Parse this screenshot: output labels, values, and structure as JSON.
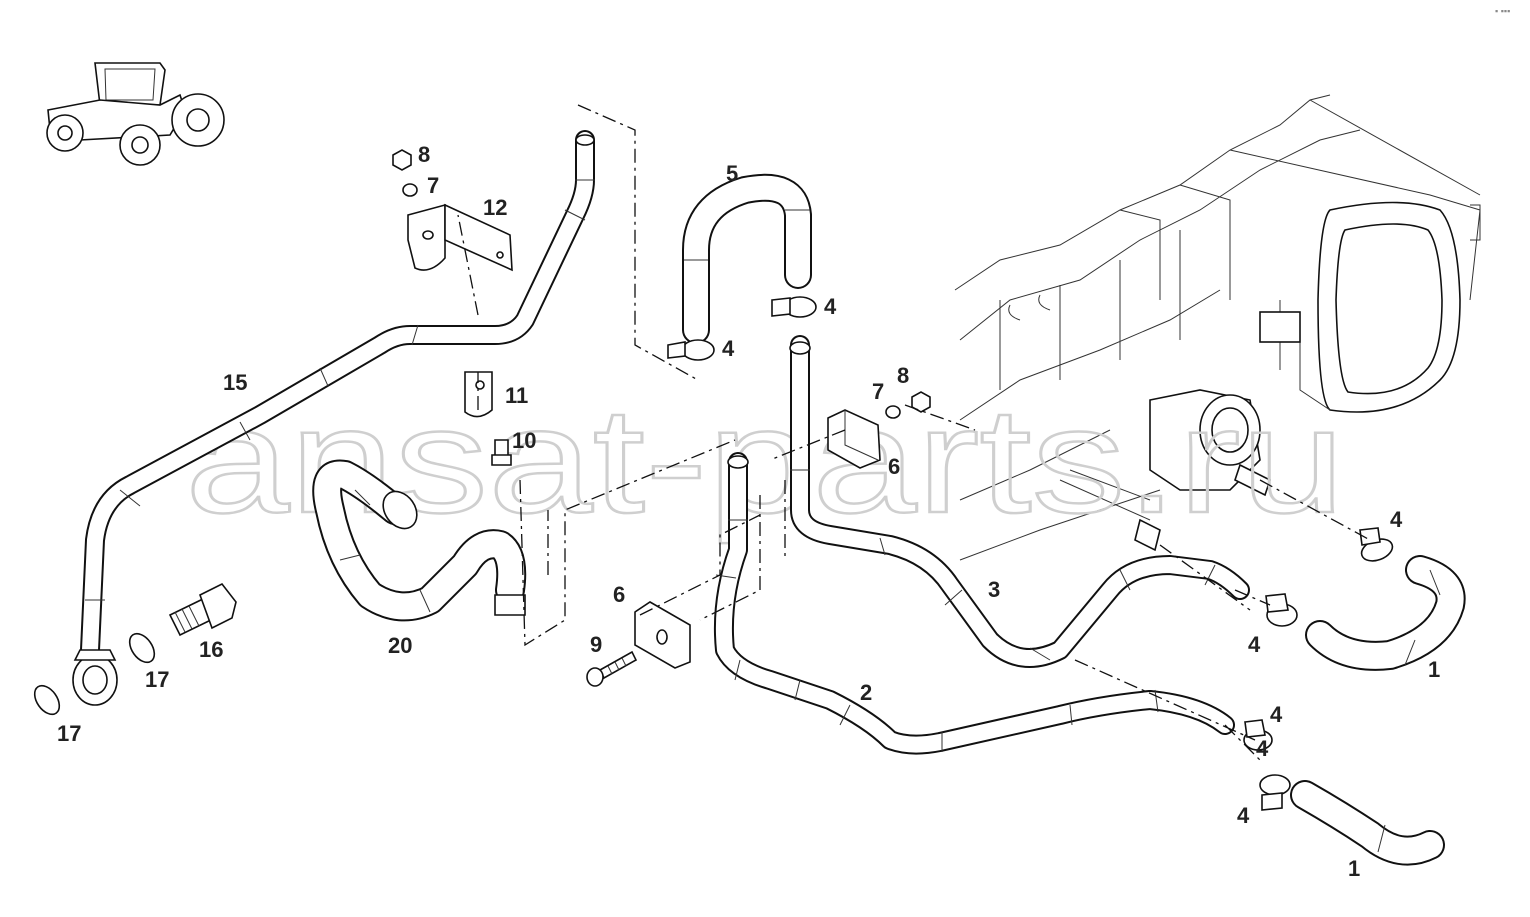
{
  "watermark": "ansat-parts.ru",
  "corner_mark": "▪ ▪▪▪",
  "callouts": {
    "c1a": "1",
    "c1b": "1",
    "c2": "2",
    "c3": "3",
    "c4a": "4",
    "c4b": "4",
    "c4c": "4",
    "c4d": "4",
    "c4e": "4",
    "c4f": "4",
    "c4g": "4",
    "c5": "5",
    "c6a": "6",
    "c6b": "6",
    "c7a": "7",
    "c7b": "7",
    "c8a": "8",
    "c8b": "8",
    "c9": "9",
    "c10": "10",
    "c11": "11",
    "c12": "12",
    "c15": "15",
    "c16": "16",
    "c17a": "17",
    "c17b": "17",
    "c20": "20"
  }
}
